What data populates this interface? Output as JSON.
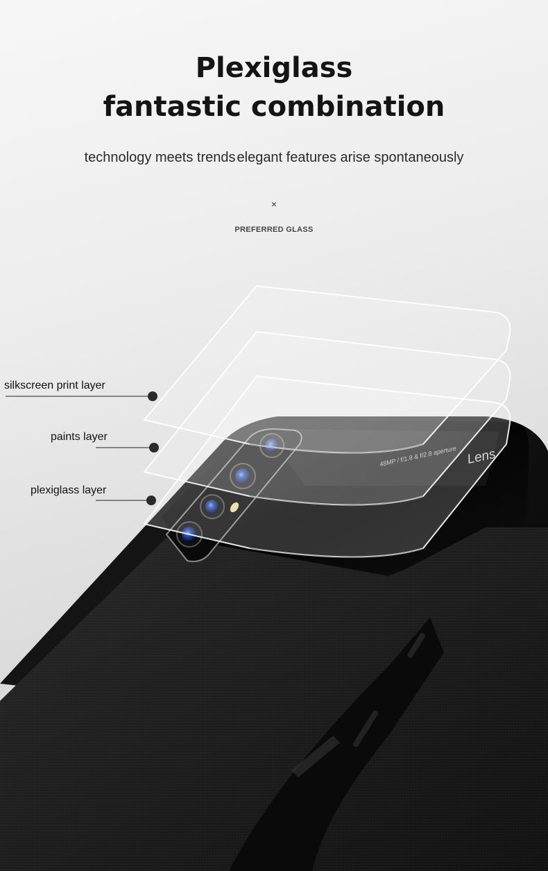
{
  "heading": {
    "line1": "Plexiglass",
    "line2": "fantastic combination"
  },
  "subtitle": {
    "part1": "technology meets trends",
    "part2": "elegant features arise spontaneously"
  },
  "brand": {
    "symbol": "×",
    "name": "PREFERRED GLASS"
  },
  "layers": [
    {
      "label": "silkscreen print layer"
    },
    {
      "label": "paints layer"
    },
    {
      "label": "plexiglass layer"
    }
  ],
  "phone": {
    "lens_label": "Lens",
    "camera_spec": "48MP / f/1.8 & f/2.8 aperture",
    "colors": {
      "case": "#0c0c0c",
      "glass": "#050505",
      "leather": "#1b1b1b",
      "leather_panel": "#2b2b2b",
      "lens": "#2a4fb0"
    }
  }
}
